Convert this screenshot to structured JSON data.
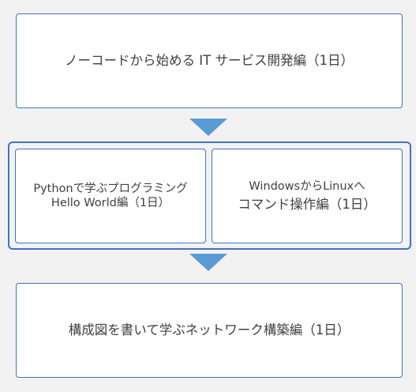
{
  "steps": {
    "step1": {
      "label": "ノーコードから始める IT サービス開発編（1日）"
    },
    "step2a": {
      "line1": "Pythonで学ぶプログラミング",
      "line2": "Hello World編（1日）"
    },
    "step2b": {
      "line1": "WindowsからLinuxへ",
      "line2": "コマンド操作編（1日）"
    },
    "step3": {
      "label": "構成図を書いて学ぶネットワーク構築編（1日）"
    }
  },
  "colors": {
    "box_border": "#4472c4",
    "arrow": "#5b9bd5",
    "background": "#f2f2f2",
    "text": "#404040"
  }
}
